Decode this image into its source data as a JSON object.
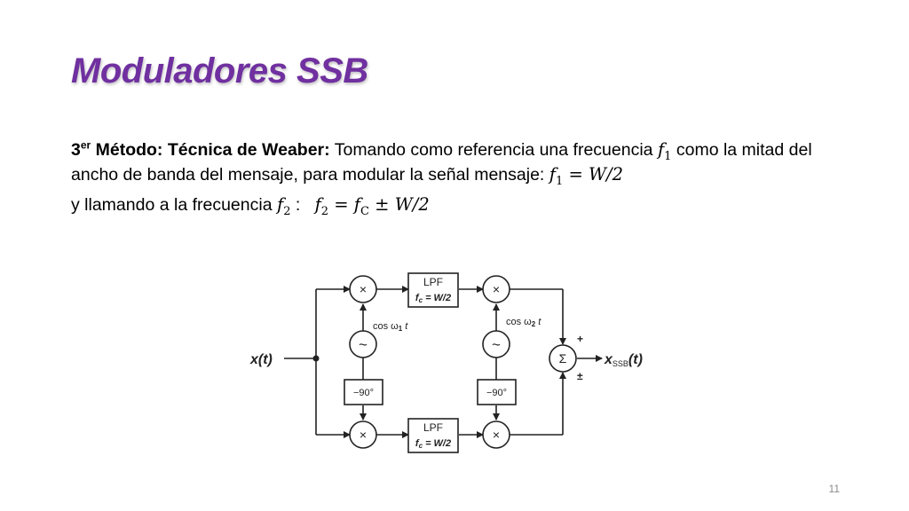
{
  "slide": {
    "title": "Moduladores SSB",
    "page_number": "11"
  },
  "paragraph1": {
    "heading_num": "3",
    "heading_sup": "er",
    "heading_rest": " Método: Técnica de Weaber:",
    "text_a": " Tomando como referencia una frecuencia ",
    "f": "f",
    "f1_sub": "1",
    "text_b": " como la mitad del ancho de banda del mensaje, para modular la señal mensaje: ",
    "eq_rhs": " = W/2"
  },
  "paragraph2": {
    "text_a": "y llamando a la frecuencia ",
    "f": "f",
    "f2_sub": "2",
    "colon": " :   ",
    "eq_f": "f",
    "eq_f2_sub": "2",
    "eq_mid": " = f",
    "eq_c_sub": "C",
    "eq_end": " ± W/2"
  },
  "diagram": {
    "input_label": "x(t)",
    "output_label_main": "x",
    "output_label_sub": "SSB",
    "output_label_end": "(t)",
    "multiplier_symbol": "×",
    "oscillator_symbol": "~",
    "summer_symbol": "Σ",
    "phase_shift_label": "−90°",
    "lpf_title": "LPF",
    "lpf_spec": "f",
    "lpf_spec_sub": "c",
    "lpf_spec_end": " = W/2",
    "cos1_label": "cos ω",
    "cos1_sub": "1",
    "cos1_end": " t",
    "cos2_label": "cos ω",
    "cos2_sub": "2",
    "cos2_end": " t",
    "plus_sign": "+",
    "plusminus_sign": "±"
  }
}
